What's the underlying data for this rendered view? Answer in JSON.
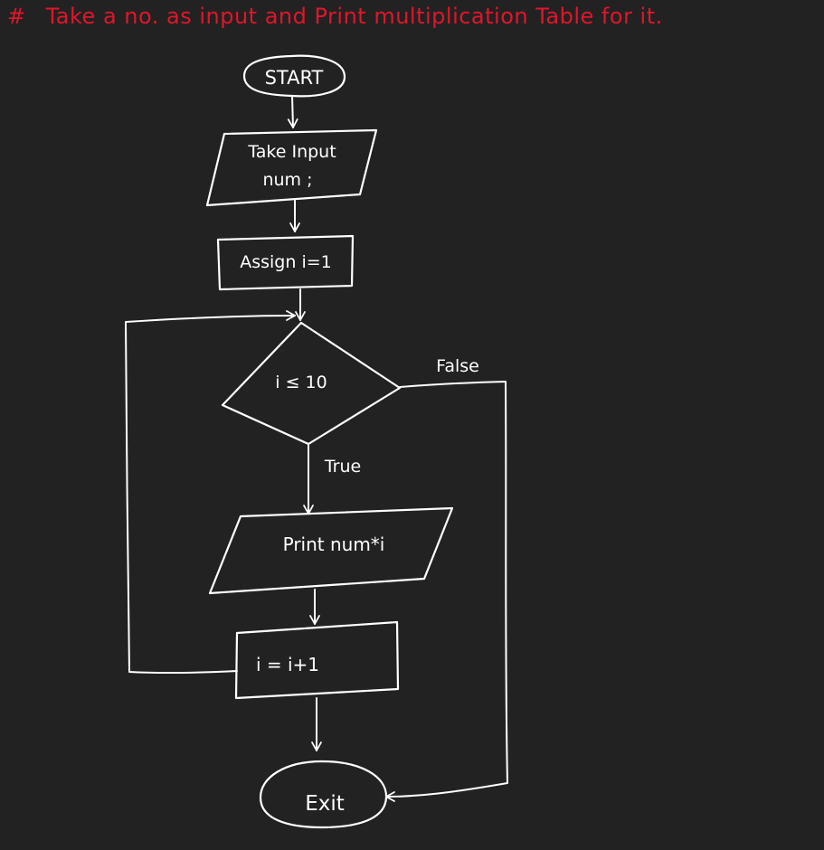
{
  "header": {
    "hash": "#",
    "title": "Take a no. as input and Print multiplication Table for it."
  },
  "flowchart": {
    "start": "START",
    "input_line1": "Take Input",
    "input_line2": "num ;",
    "assign": "Assign i=1",
    "condition": "i ≤ 10",
    "false_label": "False",
    "true_label": "True",
    "print": "Print num*i",
    "increment": "i = i+1",
    "exit": "Exit"
  },
  "colors": {
    "background": "#222222",
    "ink": "#ffffff",
    "heading": "#e0162b"
  }
}
